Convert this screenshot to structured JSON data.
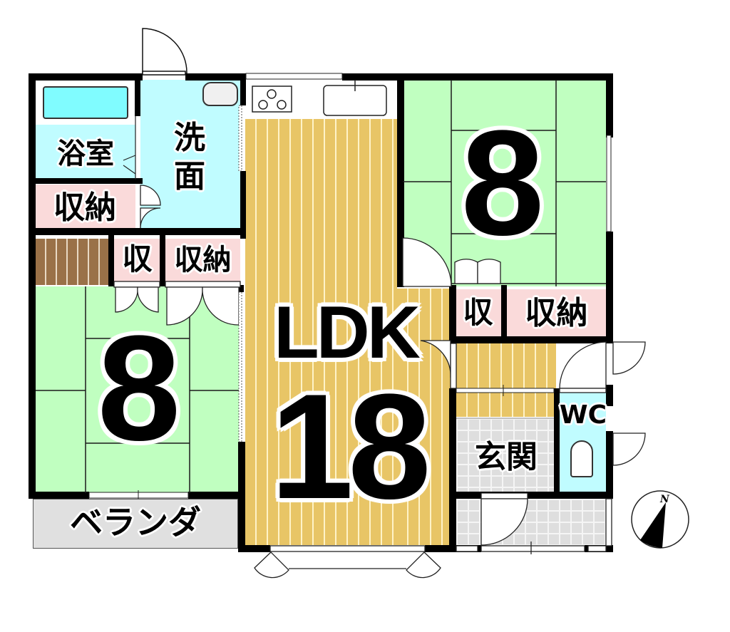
{
  "floorplan": {
    "rooms": {
      "bathroom": "浴室",
      "washroom_line1": "洗",
      "washroom_line2": "面",
      "storage_upper_left": "収納",
      "storage_small_left": "収",
      "storage_mid_left": "収納",
      "western_room_left_size": "8",
      "ldk_label": "LDK",
      "ldk_size": "18",
      "japanese_room_right_size": "8",
      "storage_small_right": "収",
      "storage_right": "収納",
      "wc": "WC",
      "entrance": "玄関",
      "veranda": "ベランダ"
    },
    "compass": {
      "label": "N"
    }
  },
  "colors": {
    "wall": "#000000",
    "tatami": "#C0FFC0",
    "wood_floor": "#E8C566",
    "water_area": "#C0FCFF",
    "storage": "#FADADA",
    "tile": "#DEDEDE",
    "stairs_wood": "#9A7148"
  }
}
